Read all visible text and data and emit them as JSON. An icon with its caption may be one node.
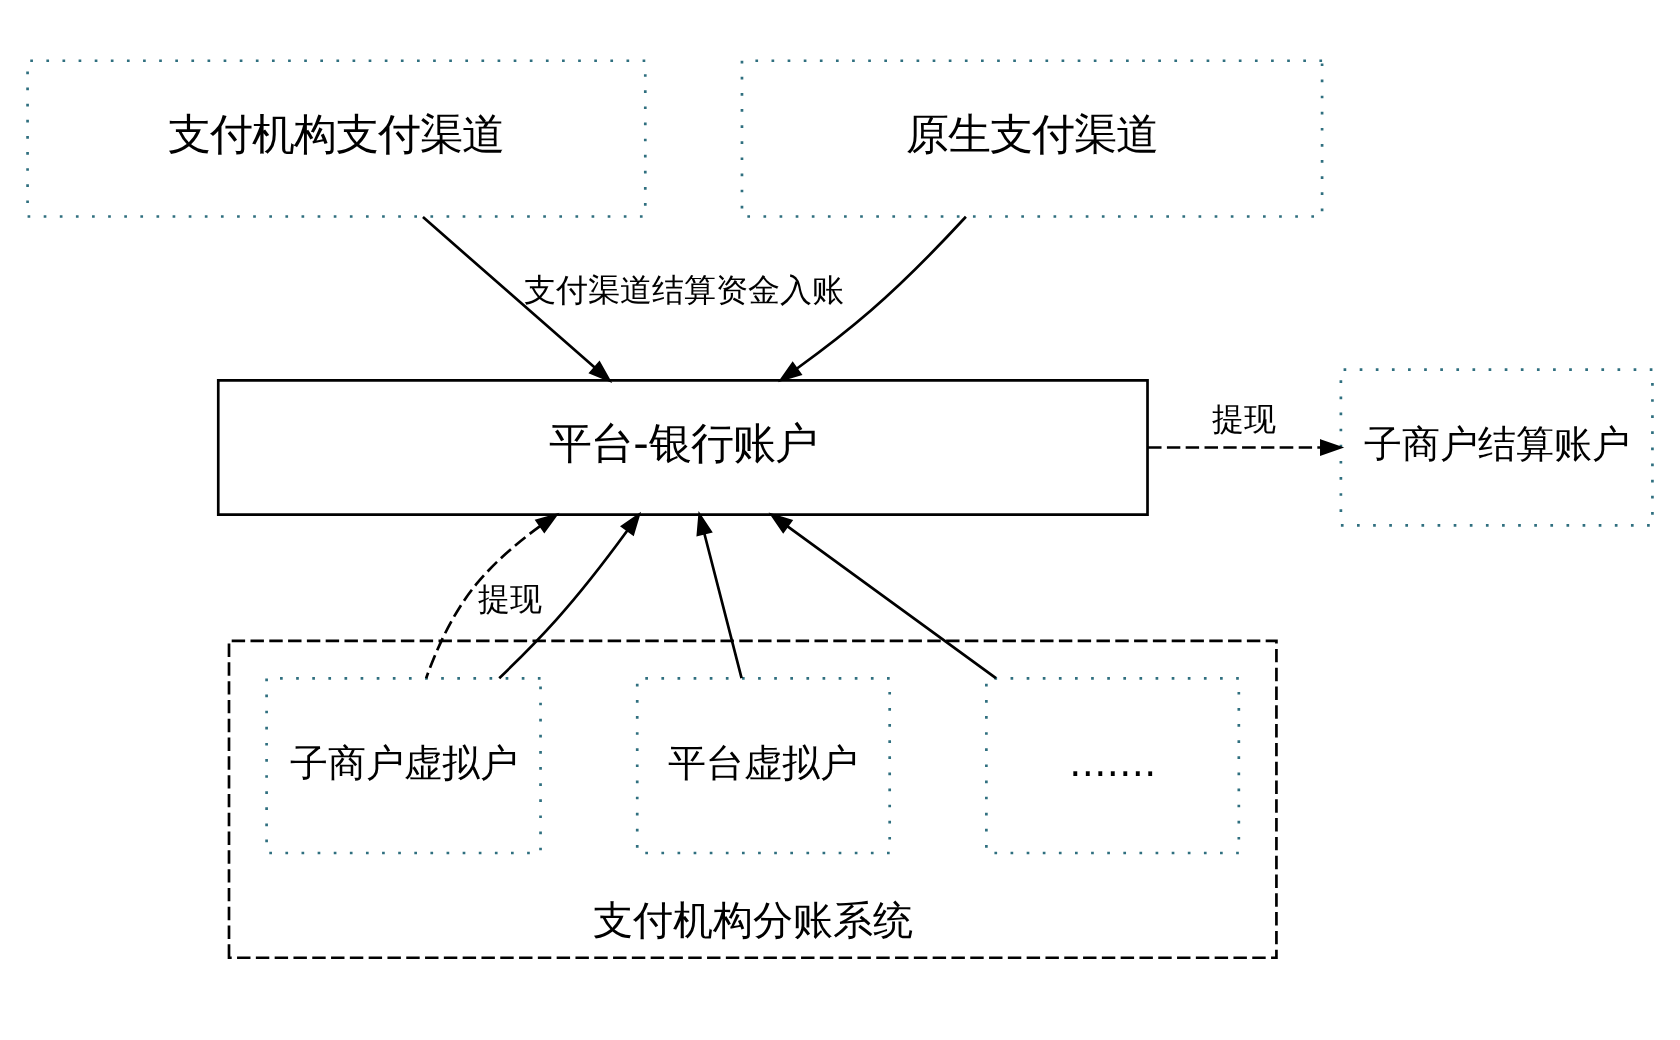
{
  "diagram": {
    "nodes": [
      {
        "text": [
          "支付机构支付渠道"
        ]
      },
      {
        "text": [
          "原生支付渠道"
        ]
      },
      {
        "text": [
          "平台-银行账户"
        ]
      },
      {
        "text": [
          "子商户结算账户"
        ]
      },
      {
        "text": [
          "支付机构分账系统"
        ]
      },
      {
        "text": [
          "子商户虚拟户"
        ],
        "in": 4
      },
      {
        "text": [
          "平台虚拟户"
        ],
        "in": 4
      },
      {
        "text": [
          "……."
        ],
        "in": 4
      }
    ],
    "edges": [
      {
        "from": 0,
        "to": 2,
        "arrow": "to",
        "label": "支付渠道结算资金入账"
      },
      {
        "from": 1,
        "to": 2,
        "arrow": "to"
      },
      {
        "from": 2,
        "to": 3,
        "arrow": "to",
        "style": "dashed",
        "label": "提现"
      },
      {
        "from": 5,
        "to": 2,
        "arrow": "to",
        "style": "dashed",
        "label": "提现"
      },
      {
        "from": 5,
        "to": 2,
        "arrow": "to"
      },
      {
        "from": 6,
        "to": 2,
        "arrow": "to"
      },
      {
        "from": 7,
        "to": 2,
        "arrow": "to"
      }
    ]
  }
}
